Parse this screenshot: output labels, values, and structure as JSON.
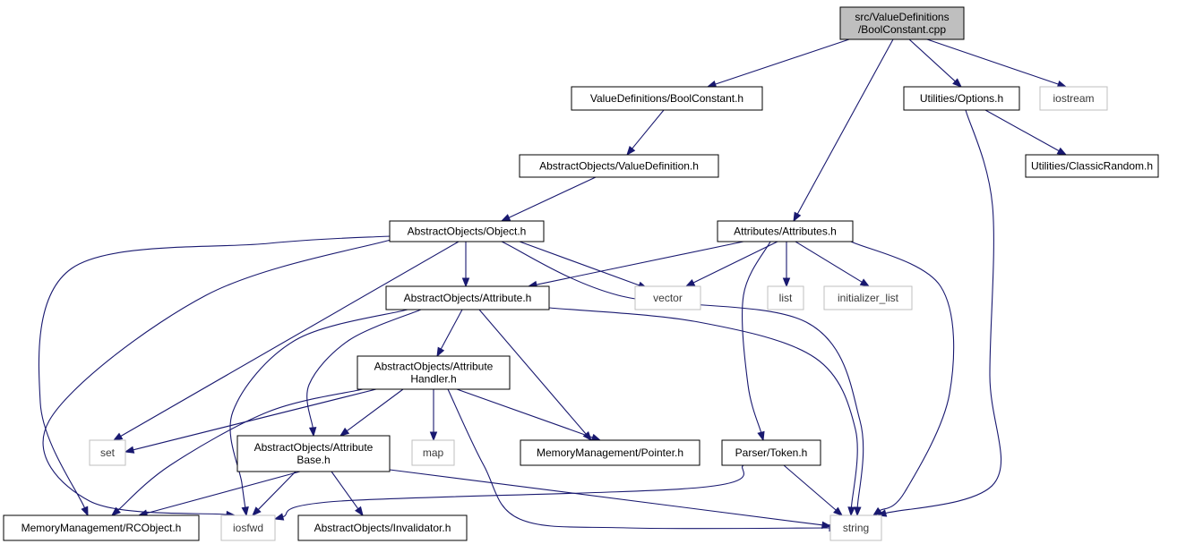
{
  "colors": {
    "edge": "#191970",
    "root_fill": "#bfbfbf",
    "node_border": "#000000",
    "external_border": "#bfbfbf"
  },
  "nodes": {
    "root": {
      "lines": [
        "src/ValueDefinitions",
        "/BoolConstant.cpp"
      ],
      "kind": "root"
    },
    "boolconst_h": {
      "lines": [
        "ValueDefinitions/BoolConstant.h"
      ],
      "kind": "known"
    },
    "options_h": {
      "lines": [
        "Utilities/Options.h"
      ],
      "kind": "known"
    },
    "iostream": {
      "lines": [
        "iostream"
      ],
      "kind": "external"
    },
    "valuedef_h": {
      "lines": [
        "AbstractObjects/ValueDefinition.h"
      ],
      "kind": "known"
    },
    "classicrandom_h": {
      "lines": [
        "Utilities/ClassicRandom.h"
      ],
      "kind": "known"
    },
    "object_h": {
      "lines": [
        "AbstractObjects/Object.h"
      ],
      "kind": "known"
    },
    "attributes_h": {
      "lines": [
        "Attributes/Attributes.h"
      ],
      "kind": "known"
    },
    "attribute_h": {
      "lines": [
        "AbstractObjects/Attribute.h"
      ],
      "kind": "known"
    },
    "vector": {
      "lines": [
        "vector"
      ],
      "kind": "external"
    },
    "list": {
      "lines": [
        "list"
      ],
      "kind": "external"
    },
    "initializer_list": {
      "lines": [
        "initializer_list"
      ],
      "kind": "external"
    },
    "attrhandler_h": {
      "lines": [
        "AbstractObjects/Attribute",
        "Handler.h"
      ],
      "kind": "known"
    },
    "set": {
      "lines": [
        "set"
      ],
      "kind": "external"
    },
    "attrbase_h": {
      "lines": [
        "AbstractObjects/Attribute",
        "Base.h"
      ],
      "kind": "known"
    },
    "map": {
      "lines": [
        "map"
      ],
      "kind": "external"
    },
    "pointer_h": {
      "lines": [
        "MemoryManagement/Pointer.h"
      ],
      "kind": "known"
    },
    "token_h": {
      "lines": [
        "Parser/Token.h"
      ],
      "kind": "known"
    },
    "rcobject_h": {
      "lines": [
        "MemoryManagement/RCObject.h"
      ],
      "kind": "known"
    },
    "iosfwd": {
      "lines": [
        "iosfwd"
      ],
      "kind": "external"
    },
    "invalidator_h": {
      "lines": [
        "AbstractObjects/Invalidator.h"
      ],
      "kind": "known"
    },
    "string": {
      "lines": [
        "string"
      ],
      "kind": "external"
    }
  },
  "edges": [
    [
      "root",
      "boolconst_h"
    ],
    [
      "root",
      "attributes_h"
    ],
    [
      "root",
      "options_h"
    ],
    [
      "root",
      "iostream"
    ],
    [
      "boolconst_h",
      "valuedef_h"
    ],
    [
      "valuedef_h",
      "object_h"
    ],
    [
      "options_h",
      "classicrandom_h"
    ],
    [
      "options_h",
      "string"
    ],
    [
      "object_h",
      "attribute_h"
    ],
    [
      "object_h",
      "vector"
    ],
    [
      "object_h",
      "set"
    ],
    [
      "object_h",
      "rcobject_h"
    ],
    [
      "object_h",
      "iosfwd"
    ],
    [
      "object_h",
      "string"
    ],
    [
      "attributes_h",
      "attribute_h"
    ],
    [
      "attributes_h",
      "vector"
    ],
    [
      "attributes_h",
      "list"
    ],
    [
      "attributes_h",
      "initializer_list"
    ],
    [
      "attributes_h",
      "token_h"
    ],
    [
      "attributes_h",
      "string"
    ],
    [
      "attribute_h",
      "attrhandler_h"
    ],
    [
      "attribute_h",
      "attrbase_h"
    ],
    [
      "attribute_h",
      "pointer_h"
    ],
    [
      "attribute_h",
      "iosfwd"
    ],
    [
      "attribute_h",
      "string"
    ],
    [
      "attrhandler_h",
      "set"
    ],
    [
      "attrhandler_h",
      "attrbase_h"
    ],
    [
      "attrhandler_h",
      "map"
    ],
    [
      "attrhandler_h",
      "pointer_h"
    ],
    [
      "attrhandler_h",
      "rcobject_h"
    ],
    [
      "attrhandler_h",
      "string"
    ],
    [
      "attrbase_h",
      "rcobject_h"
    ],
    [
      "attrbase_h",
      "iosfwd"
    ],
    [
      "attrbase_h",
      "invalidator_h"
    ],
    [
      "attrbase_h",
      "string"
    ],
    [
      "token_h",
      "iosfwd"
    ],
    [
      "token_h",
      "string"
    ]
  ]
}
